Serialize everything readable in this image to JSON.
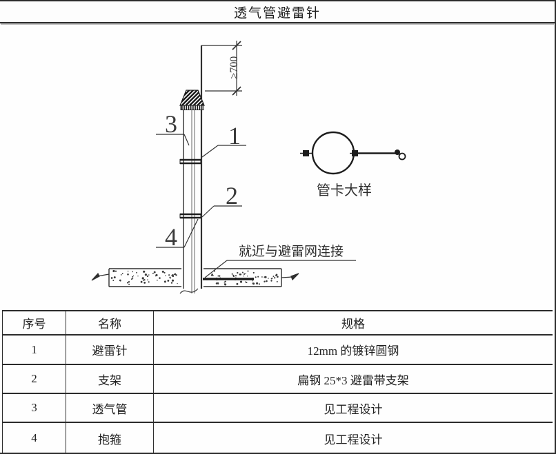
{
  "title": "透气管避雷针",
  "diagram": {
    "dimension_label": "≥700",
    "callouts": [
      "1",
      "2",
      "3",
      "4"
    ],
    "note": "就近与避雷网连接",
    "detail_caption": "管卡大样"
  },
  "table": {
    "headers": [
      "序号",
      "名称",
      "规格"
    ],
    "rows": [
      {
        "no": "1",
        "name": "避雷针",
        "spec": "12mm 的镀锌圆钢"
      },
      {
        "no": "2",
        "name": "支架",
        "spec": "扁钢 25*3 避雷带支架"
      },
      {
        "no": "3",
        "name": "透气管",
        "spec": "见工程设计"
      },
      {
        "no": "4",
        "name": "抱箍",
        "spec": "见工程设计"
      }
    ]
  },
  "colors": {
    "line": "#2f2f2f",
    "text": "#1f1f1f",
    "background": "#ffffff"
  }
}
